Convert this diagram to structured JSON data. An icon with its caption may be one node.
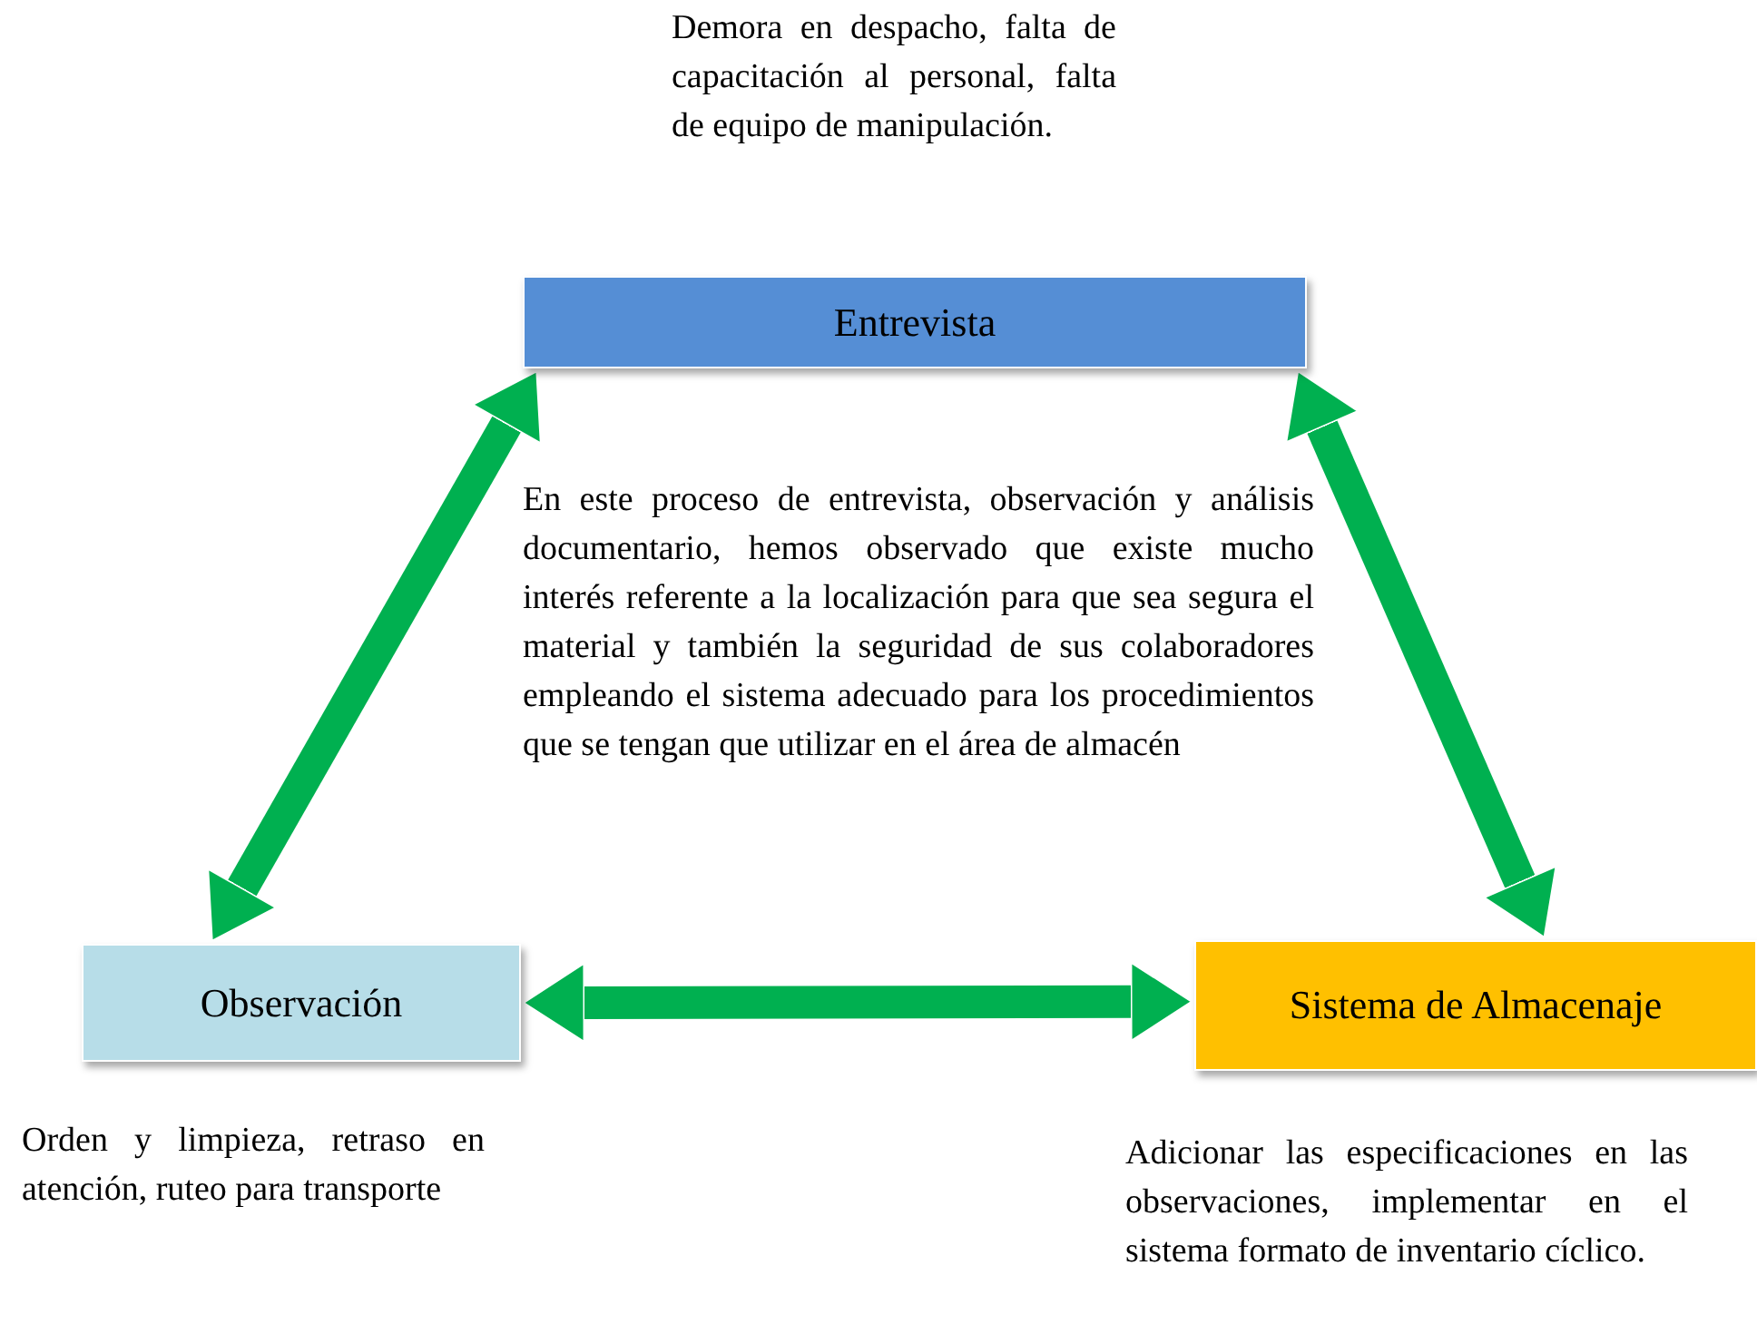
{
  "diagram": {
    "nodes": [
      {
        "text": [
          "Entrevista"
        ],
        "beside": [
          "Demora en despacho, falta de capacitación al personal, falta de equipo de manipulación."
        ]
      },
      {
        "text": [
          "Observación"
        ],
        "beside": [
          "Orden y limpieza, retraso en atención, ruteo para transporte"
        ]
      },
      {
        "text": [
          "Sistema de Almacenaje"
        ],
        "beside": [
          "Adicionar las especificaciones en las observaciones, implementar en el sistema formato de inventario cíclico."
        ]
      }
    ],
    "edges": [
      {
        "from": 0,
        "to": 1,
        "arrow": "both"
      },
      {
        "from": 0,
        "to": 2,
        "arrow": "both"
      },
      {
        "from": 1,
        "to": 2,
        "arrow": "both"
      }
    ],
    "labels": [
      "En este proceso de entrevista, observación y análisis documentario, hemos observado que existe mucho interés referente a la localización para que sea segura el material y también la seguridad de sus colaboradores empleando el sistema adecuado para los procedimientos que se tengan que utilizar en el área de almacén"
    ]
  }
}
